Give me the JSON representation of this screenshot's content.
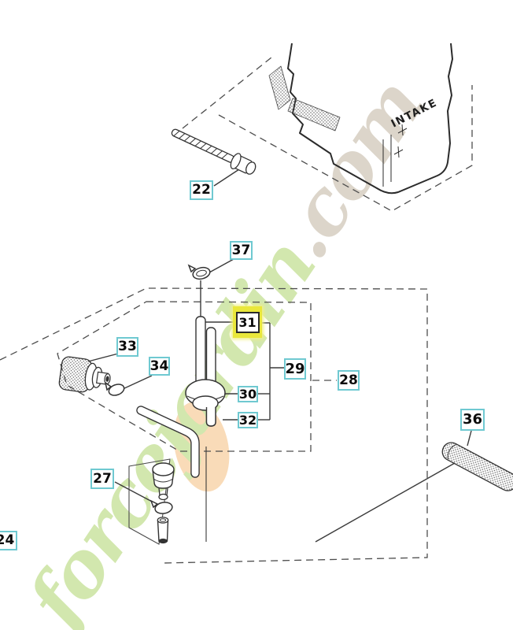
{
  "page": {
    "background": "#ffffff"
  },
  "colors": {
    "callout_border": "#6fc9d1",
    "highlight_yellow": "#e9e73b",
    "diagram_line": "#333333",
    "dashed_line": "#4d4d4d"
  },
  "diagram": {
    "tank_text": "INTAKE"
  },
  "watermark": {
    "part1": "forcejardin",
    "part2": ".com",
    "green": "#cbe3a0",
    "beige": "#d6cec1",
    "orange": "#f6cb97"
  },
  "callouts": [
    {
      "id": "22",
      "text": "22",
      "highlighted": false
    },
    {
      "id": "37",
      "text": "37",
      "highlighted": false
    },
    {
      "id": "33",
      "text": "33",
      "highlighted": false
    },
    {
      "id": "34",
      "text": "34",
      "highlighted": false
    },
    {
      "id": "31",
      "text": "31",
      "highlighted": true
    },
    {
      "id": "29",
      "text": "29",
      "highlighted": false
    },
    {
      "id": "30",
      "text": "30",
      "highlighted": false
    },
    {
      "id": "32",
      "text": "32",
      "highlighted": false
    },
    {
      "id": "28",
      "text": "28",
      "highlighted": false
    },
    {
      "id": "36",
      "text": "36",
      "highlighted": false
    },
    {
      "id": "27",
      "text": "27",
      "highlighted": false
    },
    {
      "id": "24",
      "text": "24",
      "highlighted": false
    }
  ]
}
